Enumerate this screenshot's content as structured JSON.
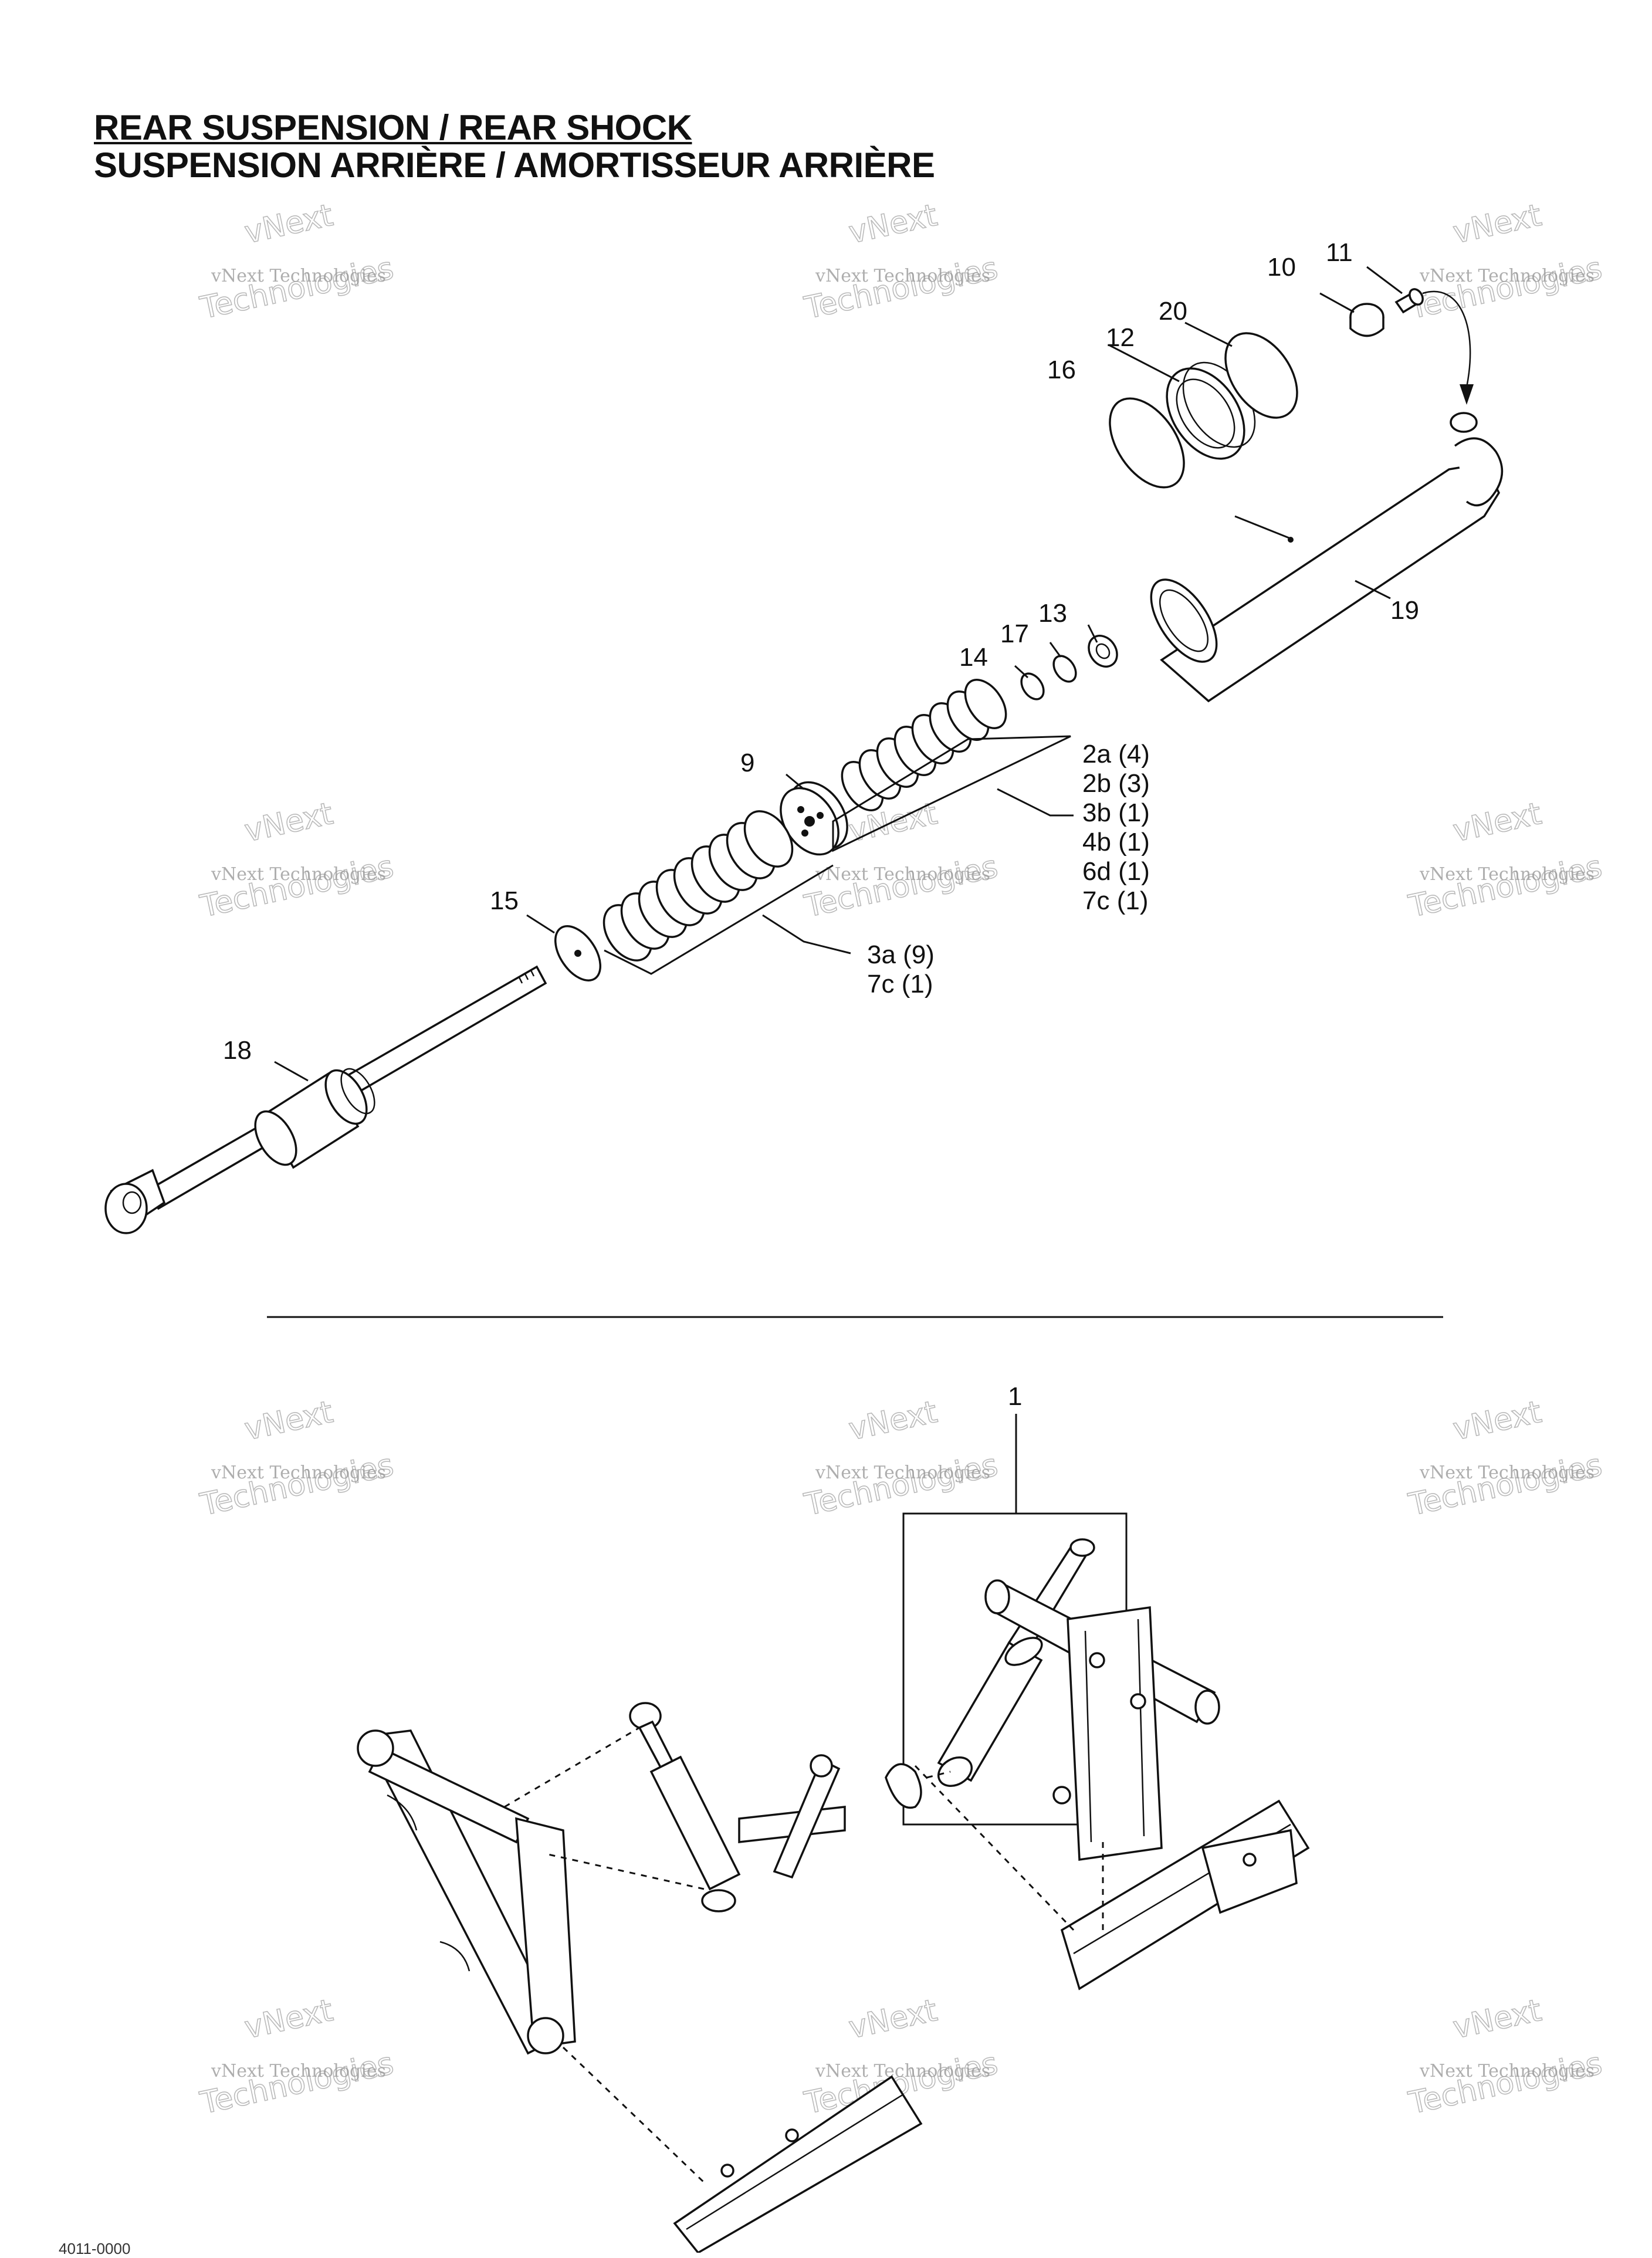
{
  "title_en": "REAR SUSPENSION / REAR SHOCK",
  "title_fr": "SUSPENSION ARRIÈRE / AMORTISSEUR ARRIÈRE",
  "watermark": {
    "line1": "vNext Technologies",
    "line2": "vNext",
    "line3": "Technologies"
  },
  "callouts": {
    "p1": "1",
    "p9": "9",
    "p10": "10",
    "p11": "11",
    "p12": "12",
    "p13": "13",
    "p14": "14",
    "p15": "15",
    "p16": "16",
    "p17": "17",
    "p18": "18",
    "p19": "19",
    "p20": "20"
  },
  "shim_stack_upper": [
    "2a (4)",
    "2b (3)",
    "3b (1)",
    "4b (1)",
    "6d (1)",
    "7c (1)"
  ],
  "shim_stack_lower": [
    "3a (9)",
    "7c (1)"
  ],
  "footer_code": "4011-0000"
}
